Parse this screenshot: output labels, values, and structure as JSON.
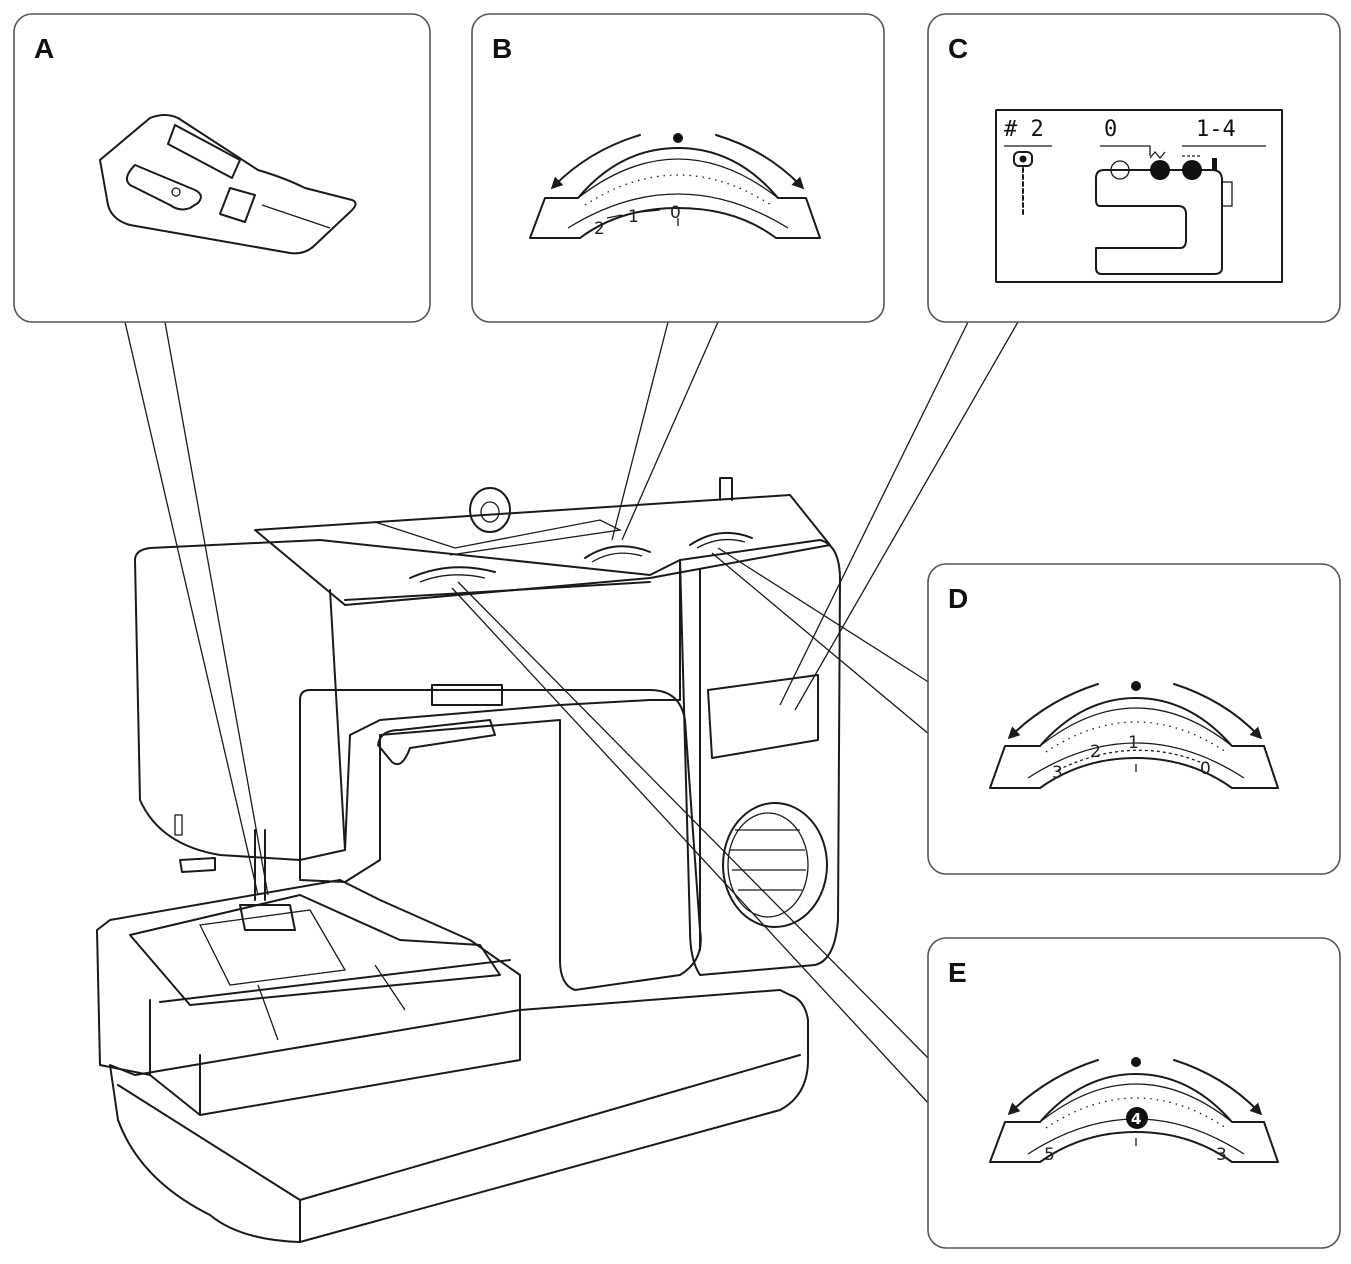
{
  "panels": {
    "a": {
      "letter": "A",
      "icon": "presser-foot"
    },
    "b": {
      "letter": "B",
      "icon": "stitch-width-dial",
      "dial_marks": [
        "2",
        "1",
        "0"
      ]
    },
    "c": {
      "letter": "C",
      "icon": "lcd-display",
      "lcd": {
        "pattern": "# 2",
        "width": "0",
        "length": "1-4"
      }
    },
    "d": {
      "letter": "D",
      "icon": "stitch-length-dial",
      "dial_marks": [
        "3",
        "2",
        "1",
        "0"
      ]
    },
    "e": {
      "letter": "E",
      "icon": "tension-dial",
      "dial_marks": [
        "5",
        "4",
        "3"
      ]
    }
  },
  "machine": {
    "icon": "sewing-machine"
  },
  "colors": {
    "line": "#1a1a1a",
    "foot_fill": "#d0d0d0",
    "panel_border": "#555555"
  }
}
